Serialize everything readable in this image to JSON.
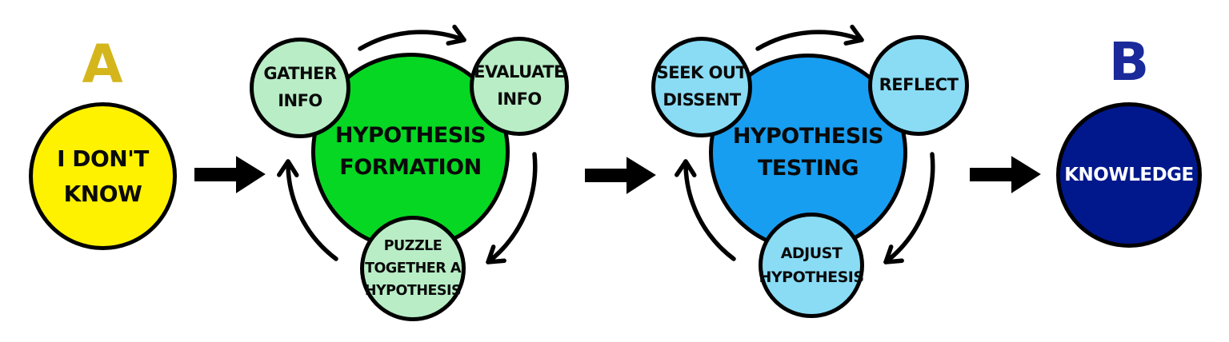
{
  "diagram": {
    "labels": {
      "a": "A",
      "b": "B"
    },
    "start": {
      "label": "I DON'T\nKNOW"
    },
    "formation": {
      "title": "HYPOTHESIS\nFORMATION",
      "satellites": [
        {
          "label": "GATHER\nINFO"
        },
        {
          "label": "EVALUATE\nINFO"
        },
        {
          "label": "PUZZLE\nTOGETHER A\nHYPOTHESIS"
        }
      ]
    },
    "testing": {
      "title": "HYPOTHESIS\nTESTING",
      "satellites": [
        {
          "label": "SEEK OUT\nDISSENT"
        },
        {
          "label": "REFLECT"
        },
        {
          "label": "ADJUST\nHYPOTHESIS"
        }
      ]
    },
    "end": {
      "label": "KNOWLEDGE"
    },
    "icons": {
      "flow_arrow": "right-arrow-icon",
      "cycle_arrow": "curved-clockwise-arrow-icon"
    },
    "colors": {
      "start_fill": "#FFF200",
      "label_a": "#D4B61C",
      "formation_fill": "#06D723",
      "formation_satellite_fill": "#B9EDC6",
      "testing_fill": "#189EF0",
      "testing_satellite_fill": "#8ADCF5",
      "end_fill": "#01188C",
      "end_text": "#FFFFFF",
      "label_b": "#1A2A9A",
      "outline": "#000000"
    }
  }
}
